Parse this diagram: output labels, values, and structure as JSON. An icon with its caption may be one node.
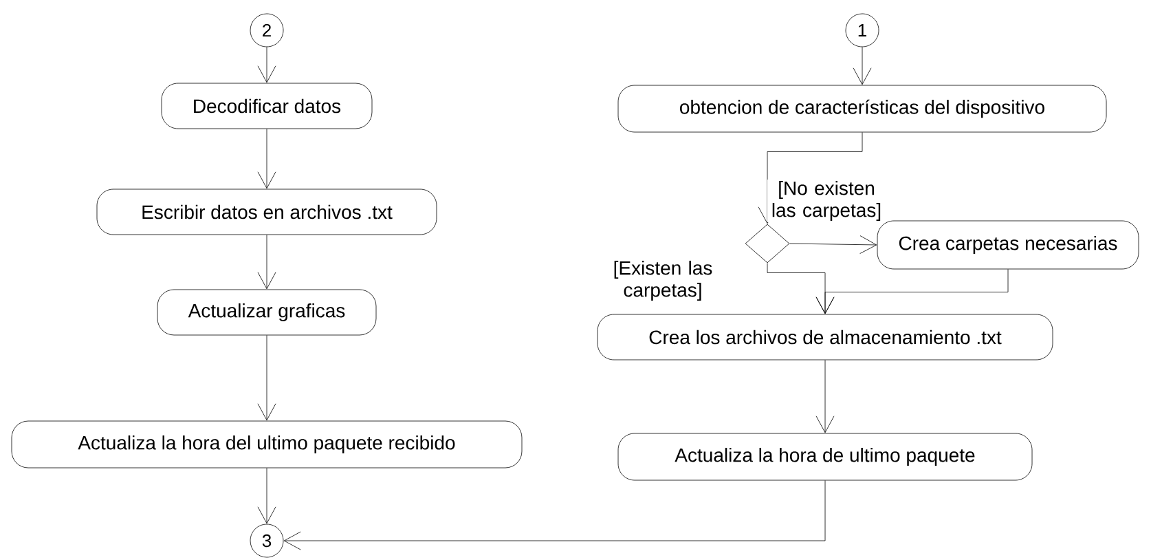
{
  "diagram": {
    "nodes": [
      {
        "text": [
          "2"
        ]
      },
      {
        "text": [
          "Decodificar datos"
        ]
      },
      {
        "text": [
          "Escribir datos en archivos .txt"
        ]
      },
      {
        "text": [
          "Actualizar graficas"
        ]
      },
      {
        "text": [
          "Actualiza la hora del ultimo paquete recibido"
        ]
      },
      {
        "text": [
          "3"
        ]
      },
      {
        "text": [
          "1"
        ]
      },
      {
        "text": [
          "obtencion de características del dispositivo"
        ]
      },
      {
        "text": [],
        "shape": "diamond"
      },
      {
        "text": [
          "Crea carpetas necesarias"
        ]
      },
      {
        "text": [
          "Crea los archivos de almacenamiento .txt"
        ]
      },
      {
        "text": [
          "Actualiza la hora de ultimo paquete"
        ]
      }
    ],
    "edges": [
      {
        "from": 0,
        "to": 1,
        "arrow": "to"
      },
      {
        "from": 1,
        "to": 2,
        "arrow": "to"
      },
      {
        "from": 2,
        "to": 3,
        "arrow": "to"
      },
      {
        "from": 3,
        "to": 4,
        "arrow": "to"
      },
      {
        "from": 4,
        "to": 5,
        "arrow": "to"
      },
      {
        "from": 6,
        "to": 7,
        "arrow": "to"
      },
      {
        "from": 7,
        "to": 8,
        "arrow": "to"
      },
      {
        "from": 8,
        "to": 9,
        "arrow": "to",
        "label": "[No existen las carpetas]"
      },
      {
        "from": 8,
        "to": 10,
        "arrow": "to",
        "label": "[Existen las carpetas]"
      },
      {
        "from": 9,
        "to": 10,
        "arrow": "to"
      },
      {
        "from": 10,
        "to": 11,
        "arrow": "to"
      },
      {
        "from": 11,
        "to": 5,
        "arrow": "to"
      }
    ]
  }
}
